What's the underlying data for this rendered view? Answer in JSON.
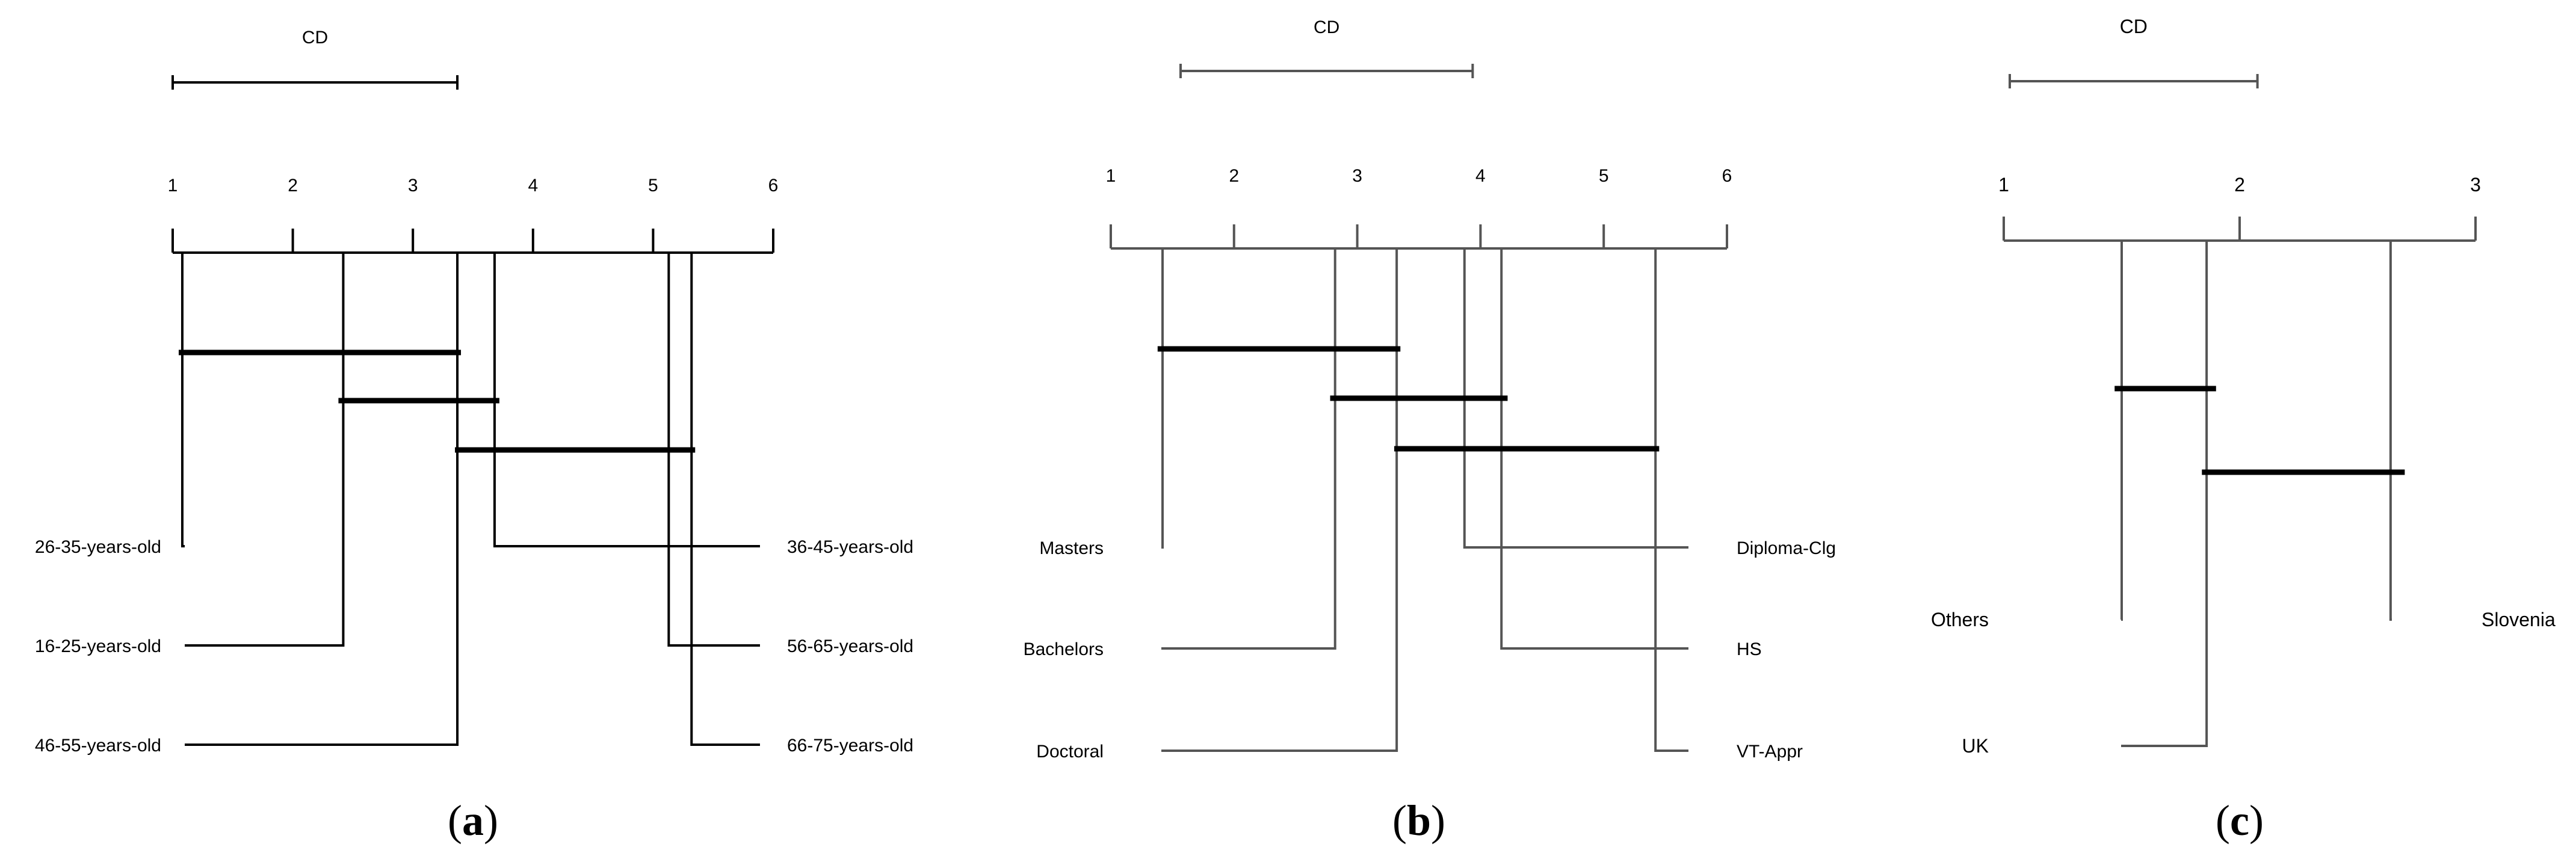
{
  "chart_data": [
    {
      "type": "critical-difference-diagram",
      "panel_label": "a",
      "cd_label": "CD",
      "cd_value": 2.37,
      "axis_min": 1,
      "axis_max": 6,
      "ticks": [
        "1",
        "2",
        "3",
        "4",
        "5",
        "6"
      ],
      "items": [
        {
          "name": "26-35-years-old",
          "rank": 1.08,
          "side": "left",
          "row": 0
        },
        {
          "name": "16-25-years-old",
          "rank": 2.42,
          "side": "left",
          "row": 1
        },
        {
          "name": "46-55-years-old",
          "rank": 3.37,
          "side": "left",
          "row": 2
        },
        {
          "name": "36-45-years-old",
          "rank": 3.68,
          "side": "right",
          "row": 0
        },
        {
          "name": "56-65-years-old",
          "rank": 5.13,
          "side": "right",
          "row": 1
        },
        {
          "name": "66-75-years-old",
          "rank": 5.32,
          "side": "right",
          "row": 2
        }
      ],
      "groups": [
        [
          1.05,
          3.4
        ],
        [
          2.38,
          3.72
        ],
        [
          3.35,
          5.35
        ]
      ]
    },
    {
      "type": "critical-difference-diagram",
      "panel_label": "b",
      "cd_label": "CD",
      "cd_value": 2.37,
      "axis_min": 1,
      "axis_max": 6,
      "ticks": [
        "1",
        "2",
        "3",
        "4",
        "5",
        "6"
      ],
      "items": [
        {
          "name": "Masters",
          "rank": 1.42,
          "side": "left",
          "row": 0
        },
        {
          "name": "Bachelors",
          "rank": 2.82,
          "side": "left",
          "row": 1
        },
        {
          "name": "Doctoral",
          "rank": 3.32,
          "side": "left",
          "row": 2
        },
        {
          "name": "Diploma-Clg",
          "rank": 3.87,
          "side": "right",
          "row": 0
        },
        {
          "name": "HS",
          "rank": 4.17,
          "side": "right",
          "row": 1
        },
        {
          "name": "VT-Appr",
          "rank": 5.42,
          "side": "right",
          "row": 2
        }
      ],
      "groups": [
        [
          1.38,
          3.35
        ],
        [
          2.78,
          4.22
        ],
        [
          3.3,
          5.45
        ]
      ]
    },
    {
      "type": "critical-difference-diagram",
      "panel_label": "c",
      "cd_label": "CD",
      "cd_value": 1.05,
      "axis_min": 1,
      "axis_max": 3,
      "ticks": [
        "1",
        "2",
        "3"
      ],
      "items": [
        {
          "name": "Others",
          "rank": 1.5,
          "side": "left",
          "row": 0
        },
        {
          "name": "UK",
          "rank": 1.86,
          "side": "left",
          "row": 1
        },
        {
          "name": "Slovenia",
          "rank": 2.64,
          "side": "right",
          "row": 0
        }
      ],
      "groups": [
        [
          1.47,
          1.9
        ],
        [
          1.84,
          2.7
        ]
      ]
    }
  ]
}
